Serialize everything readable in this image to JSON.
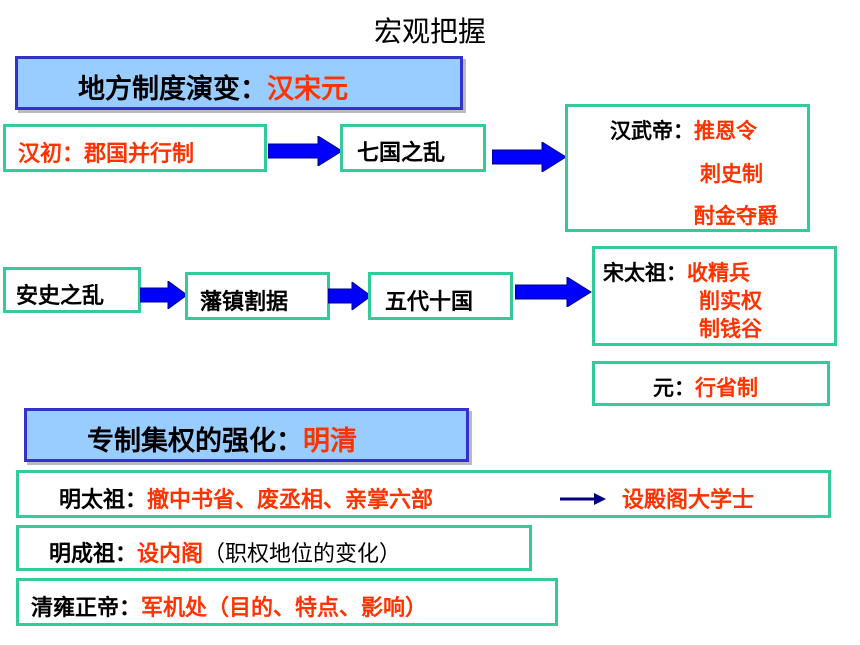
{
  "title": "宏观把握",
  "section1": {
    "label": "地方制度演变：",
    "highlight": "汉宋元"
  },
  "row1": {
    "start": {
      "prefix": "汉初：",
      "text": "郡国并行制"
    },
    "middle": "七国之乱",
    "emperor": {
      "name": "汉武帝：",
      "items": [
        "推恩令",
        "刺史制",
        "酎金夺爵"
      ]
    }
  },
  "row2": {
    "a": "安史之乱",
    "b": "藩镇割据",
    "c": "五代十国",
    "song": {
      "name": "宋太祖：",
      "items": [
        "收精兵",
        "削实权",
        "制钱谷"
      ]
    },
    "yuan": {
      "name": "元：",
      "text": "行省制"
    }
  },
  "section2": {
    "label": "专制集权的强化：",
    "highlight": "明清"
  },
  "ming_taizu": {
    "name": "明太祖：",
    "text": "撤中书省、废丞相、亲掌六部",
    "result": "设殿阁大学士"
  },
  "ming_chengzu": {
    "name": "明成祖：",
    "text": "设内阁",
    "note": "（职权地位的变化）"
  },
  "qing_yongzheng": {
    "name": "清雍正帝：",
    "text": "军机处（目的、特点、影响）"
  },
  "colors": {
    "accent_red": "#ff3300",
    "header_fill": "#99ccff",
    "header_border": "#3333cc",
    "box_border": "#33cc99",
    "arrow_blue": "#0000ff"
  }
}
